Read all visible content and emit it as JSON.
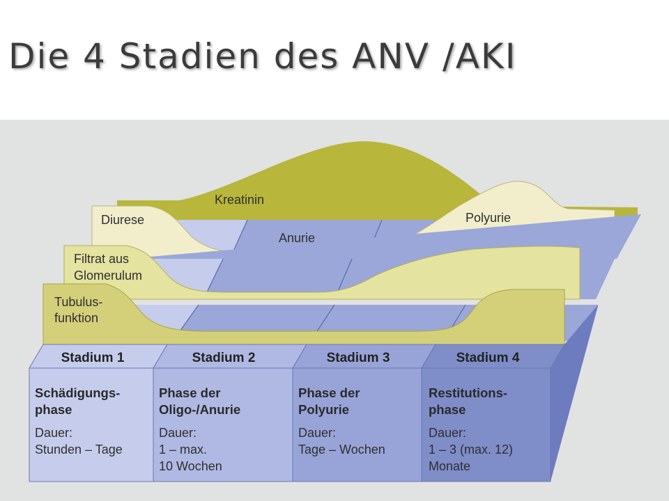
{
  "slide": {
    "title": "Die 4 Stadien des ANV /AKI"
  },
  "colors": {
    "panel_bg": "#e1e2e2",
    "kreatinin": "#b8b63b",
    "diurese": "#f2eecc",
    "filtrat": "#e5e3a0",
    "tubulus": "#d4d07a",
    "floor": "#9aa7d8",
    "stage1": "#c6cdec",
    "stage2": "#b0b9e3",
    "stage3": "#98a4d8",
    "stage4": "#7f8dc9"
  },
  "layers": {
    "kreatinin": "Kreatinin",
    "diurese": "Diurese",
    "anurie": "Anurie",
    "polyurie": "Polyurie",
    "filtrat_line1": "Filtrat aus",
    "filtrat_line2": "Glomerulum",
    "tubulus_line1": "Tubulus-",
    "tubulus_line2": "funktion"
  },
  "stages": [
    {
      "header": "Stadium 1",
      "phase_line1": "Schädigungs-",
      "phase_line2": "phase",
      "duration_label": "Dauer:",
      "duration_line1": "Stunden – Tage",
      "duration_line2": ""
    },
    {
      "header": "Stadium 2",
      "phase_line1": "Phase der",
      "phase_line2": "Oligo-/Anurie",
      "duration_label": "Dauer:",
      "duration_line1": "1 – max.",
      "duration_line2": "10 Wochen"
    },
    {
      "header": "Stadium 3",
      "phase_line1": "Phase der",
      "phase_line2": "Polyurie",
      "duration_label": "Dauer:",
      "duration_line1": "Tage – Wochen",
      "duration_line2": ""
    },
    {
      "header": "Stadium 4",
      "phase_line1": "Restitutions-",
      "phase_line2": "phase",
      "duration_label": "Dauer:",
      "duration_line1": "1 – 3 (max. 12)",
      "duration_line2": "Monate"
    }
  ]
}
